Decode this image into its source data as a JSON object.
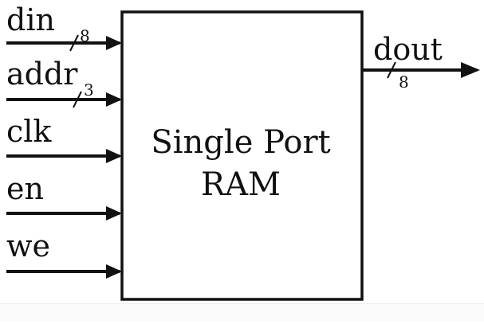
{
  "diagram": {
    "block": {
      "title_line1": "Single Port",
      "title_line2": "RAM"
    },
    "inputs": [
      {
        "label": "din",
        "width": "8"
      },
      {
        "label": "addr",
        "width": "3"
      },
      {
        "label": "clk"
      },
      {
        "label": "en"
      },
      {
        "label": "we"
      }
    ],
    "outputs": [
      {
        "label": "dout",
        "width": "8"
      }
    ]
  }
}
